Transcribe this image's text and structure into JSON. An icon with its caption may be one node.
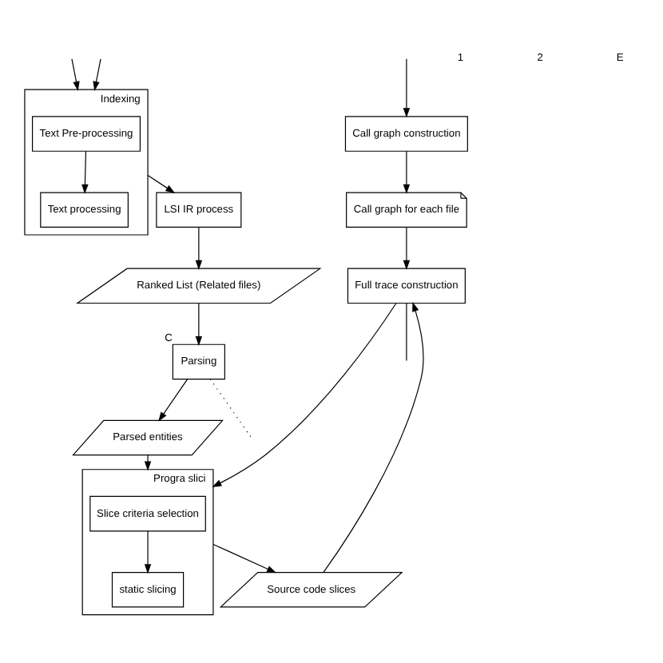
{
  "diagram": {
    "nodes": [
      {
        "text": [
          "Call graph construction"
        ]
      },
      {
        "text": [
          "Call graph for each file"
        ]
      },
      {
        "text": [
          "Indexing"
        ]
      },
      {
        "text": [
          "Text Pre-processing"
        ],
        "in": 2
      },
      {
        "text": [
          "Text processing"
        ],
        "in": 2
      },
      {
        "text": [
          "LSI IR process"
        ]
      },
      {
        "text": [
          "Ranked List (Related files)"
        ]
      },
      {
        "text": [
          "Parsing"
        ],
        "beside": [
          "C"
        ]
      },
      {
        "text": [
          "Parsed entities"
        ]
      },
      {
        "text": [
          "Full trace construction"
        ]
      },
      {
        "text": [
          "Progra slici"
        ]
      },
      {
        "text": [
          "Slice criteria selection"
        ],
        "in": 10
      },
      {
        "text": [
          "static slicing"
        ],
        "in": 10
      },
      {
        "text": [
          "Source code slices"
        ]
      }
    ],
    "edges": [
      {
        "from": null,
        "to": 0,
        "arrow": "to"
      },
      {
        "from": 0,
        "to": 1,
        "arrow": "to"
      },
      {
        "from": null,
        "to": 2,
        "arrow": "to"
      },
      {
        "from": null,
        "to": 2,
        "arrow": "to"
      },
      {
        "from": 3,
        "to": 4,
        "arrow": "to"
      },
      {
        "from": 2,
        "to": 5,
        "arrow": "to"
      },
      {
        "from": 1,
        "to": 9,
        "arrow": "to"
      },
      {
        "from": 5,
        "to": 6,
        "arrow": "to"
      },
      {
        "from": 6,
        "to": 7,
        "arrow": "to"
      },
      {
        "from": 7,
        "to": null,
        "arrow": "none",
        "style": "dashed"
      },
      {
        "from": 7,
        "to": 8,
        "arrow": "to"
      },
      {
        "from": 8,
        "to": 10,
        "arrow": "to"
      },
      {
        "from": 9,
        "to": 10,
        "arrow": "to"
      },
      {
        "from": 11,
        "to": 12,
        "arrow": "to"
      },
      {
        "from": 10,
        "to": 13,
        "arrow": "to"
      },
      {
        "from": 13,
        "to": 9,
        "arrow": "to"
      },
      {
        "from": 9,
        "to": null,
        "arrow": "none"
      }
    ],
    "labels": [
      "1",
      "2",
      "E"
    ]
  }
}
